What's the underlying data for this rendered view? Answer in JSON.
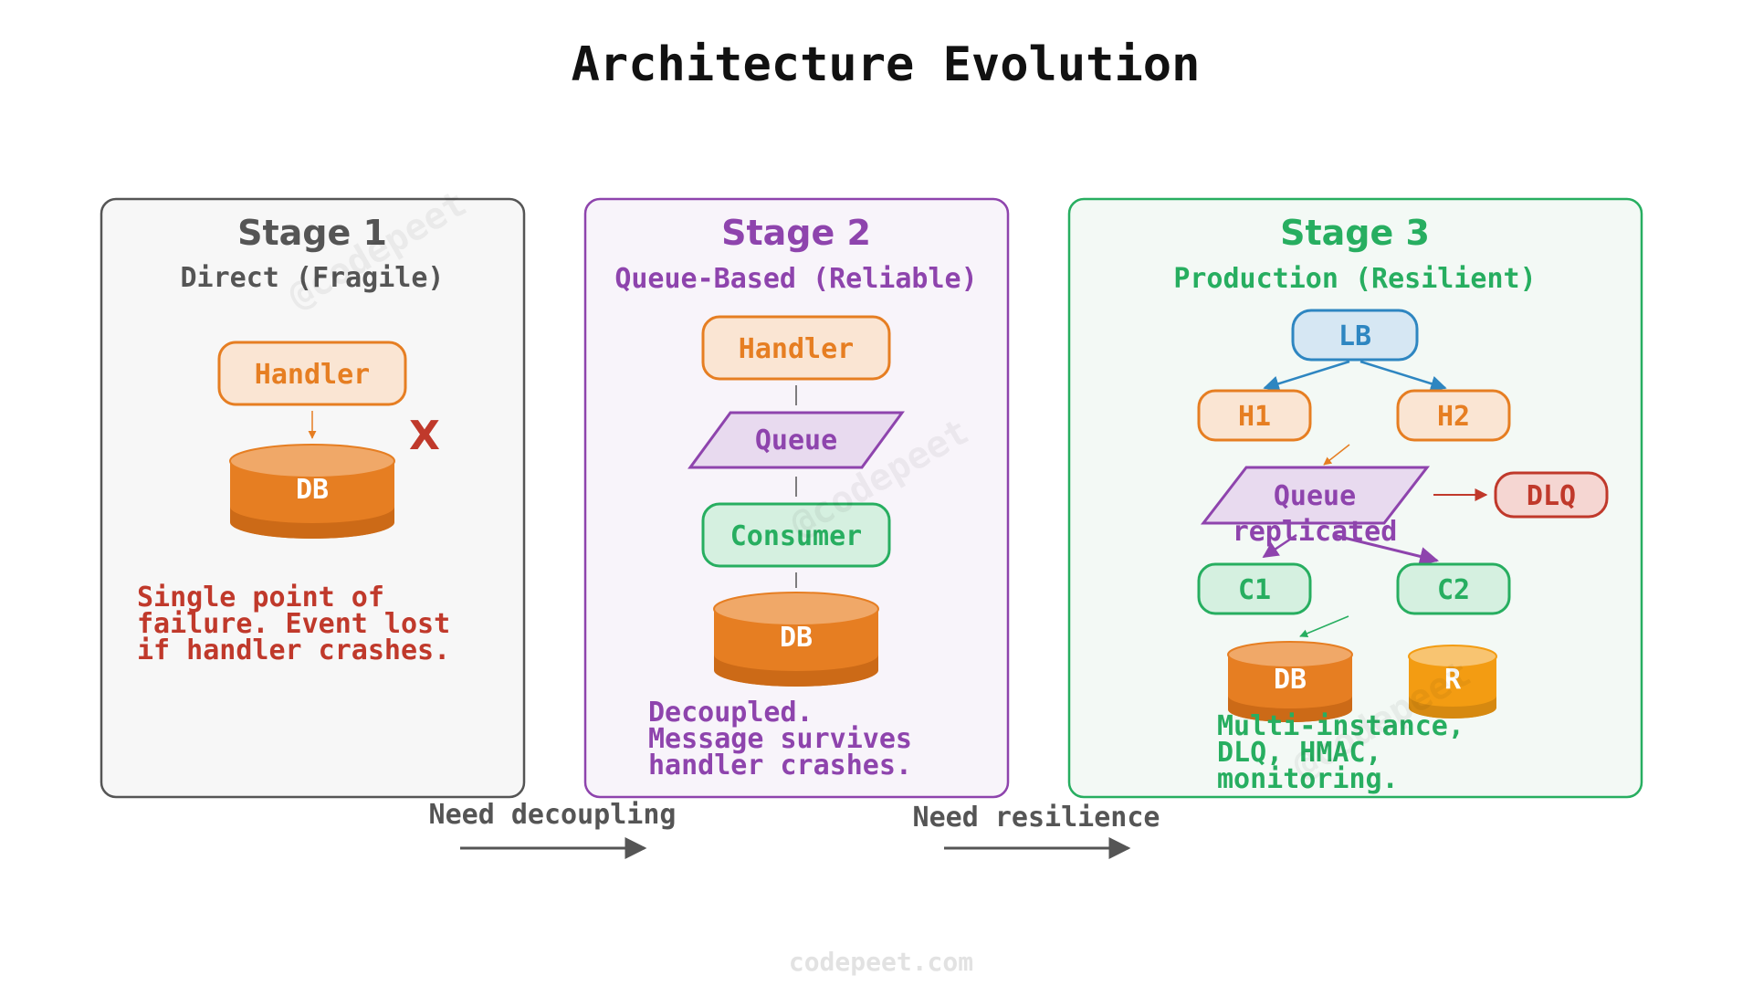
{
  "title": "Architecture Evolution",
  "colors": {
    "gray": "#555555",
    "purple": "#8e44ad",
    "green": "#27ae60",
    "blue": "#2e86c1",
    "orange": "#e67e22",
    "red": "#c0392b",
    "amber": "#f39c12"
  },
  "stage1": {
    "heading": "Stage 1",
    "subtitle": "Direct (Fragile)",
    "handler": "Handler",
    "db": "DB",
    "fail_mark": "X",
    "note": [
      "Single point of",
      "failure. Event lost",
      "if handler crashes."
    ]
  },
  "stage2": {
    "heading": "Stage 2",
    "subtitle": "Queue-Based (Reliable)",
    "handler": "Handler",
    "queue": "Queue",
    "consumer": "Consumer",
    "db": "DB",
    "note": [
      "Decoupled.",
      "Message survives",
      "handler crashes."
    ]
  },
  "stage3": {
    "heading": "Stage 3",
    "subtitle": "Production (Resilient)",
    "lb": "LB",
    "h1": "H1",
    "h2": "H2",
    "queue": "Queue",
    "queue_note": "replicated",
    "dlq": "DLQ",
    "c1": "C1",
    "c2": "C2",
    "db": "DB",
    "redis": "R",
    "note": [
      "Multi-instance,",
      "DLQ, HMAC,",
      "monitoring."
    ]
  },
  "transitions": {
    "first": "Need decoupling",
    "second": "Need resilience"
  },
  "watermark": "@codepeet",
  "footer": "codepeet.com"
}
